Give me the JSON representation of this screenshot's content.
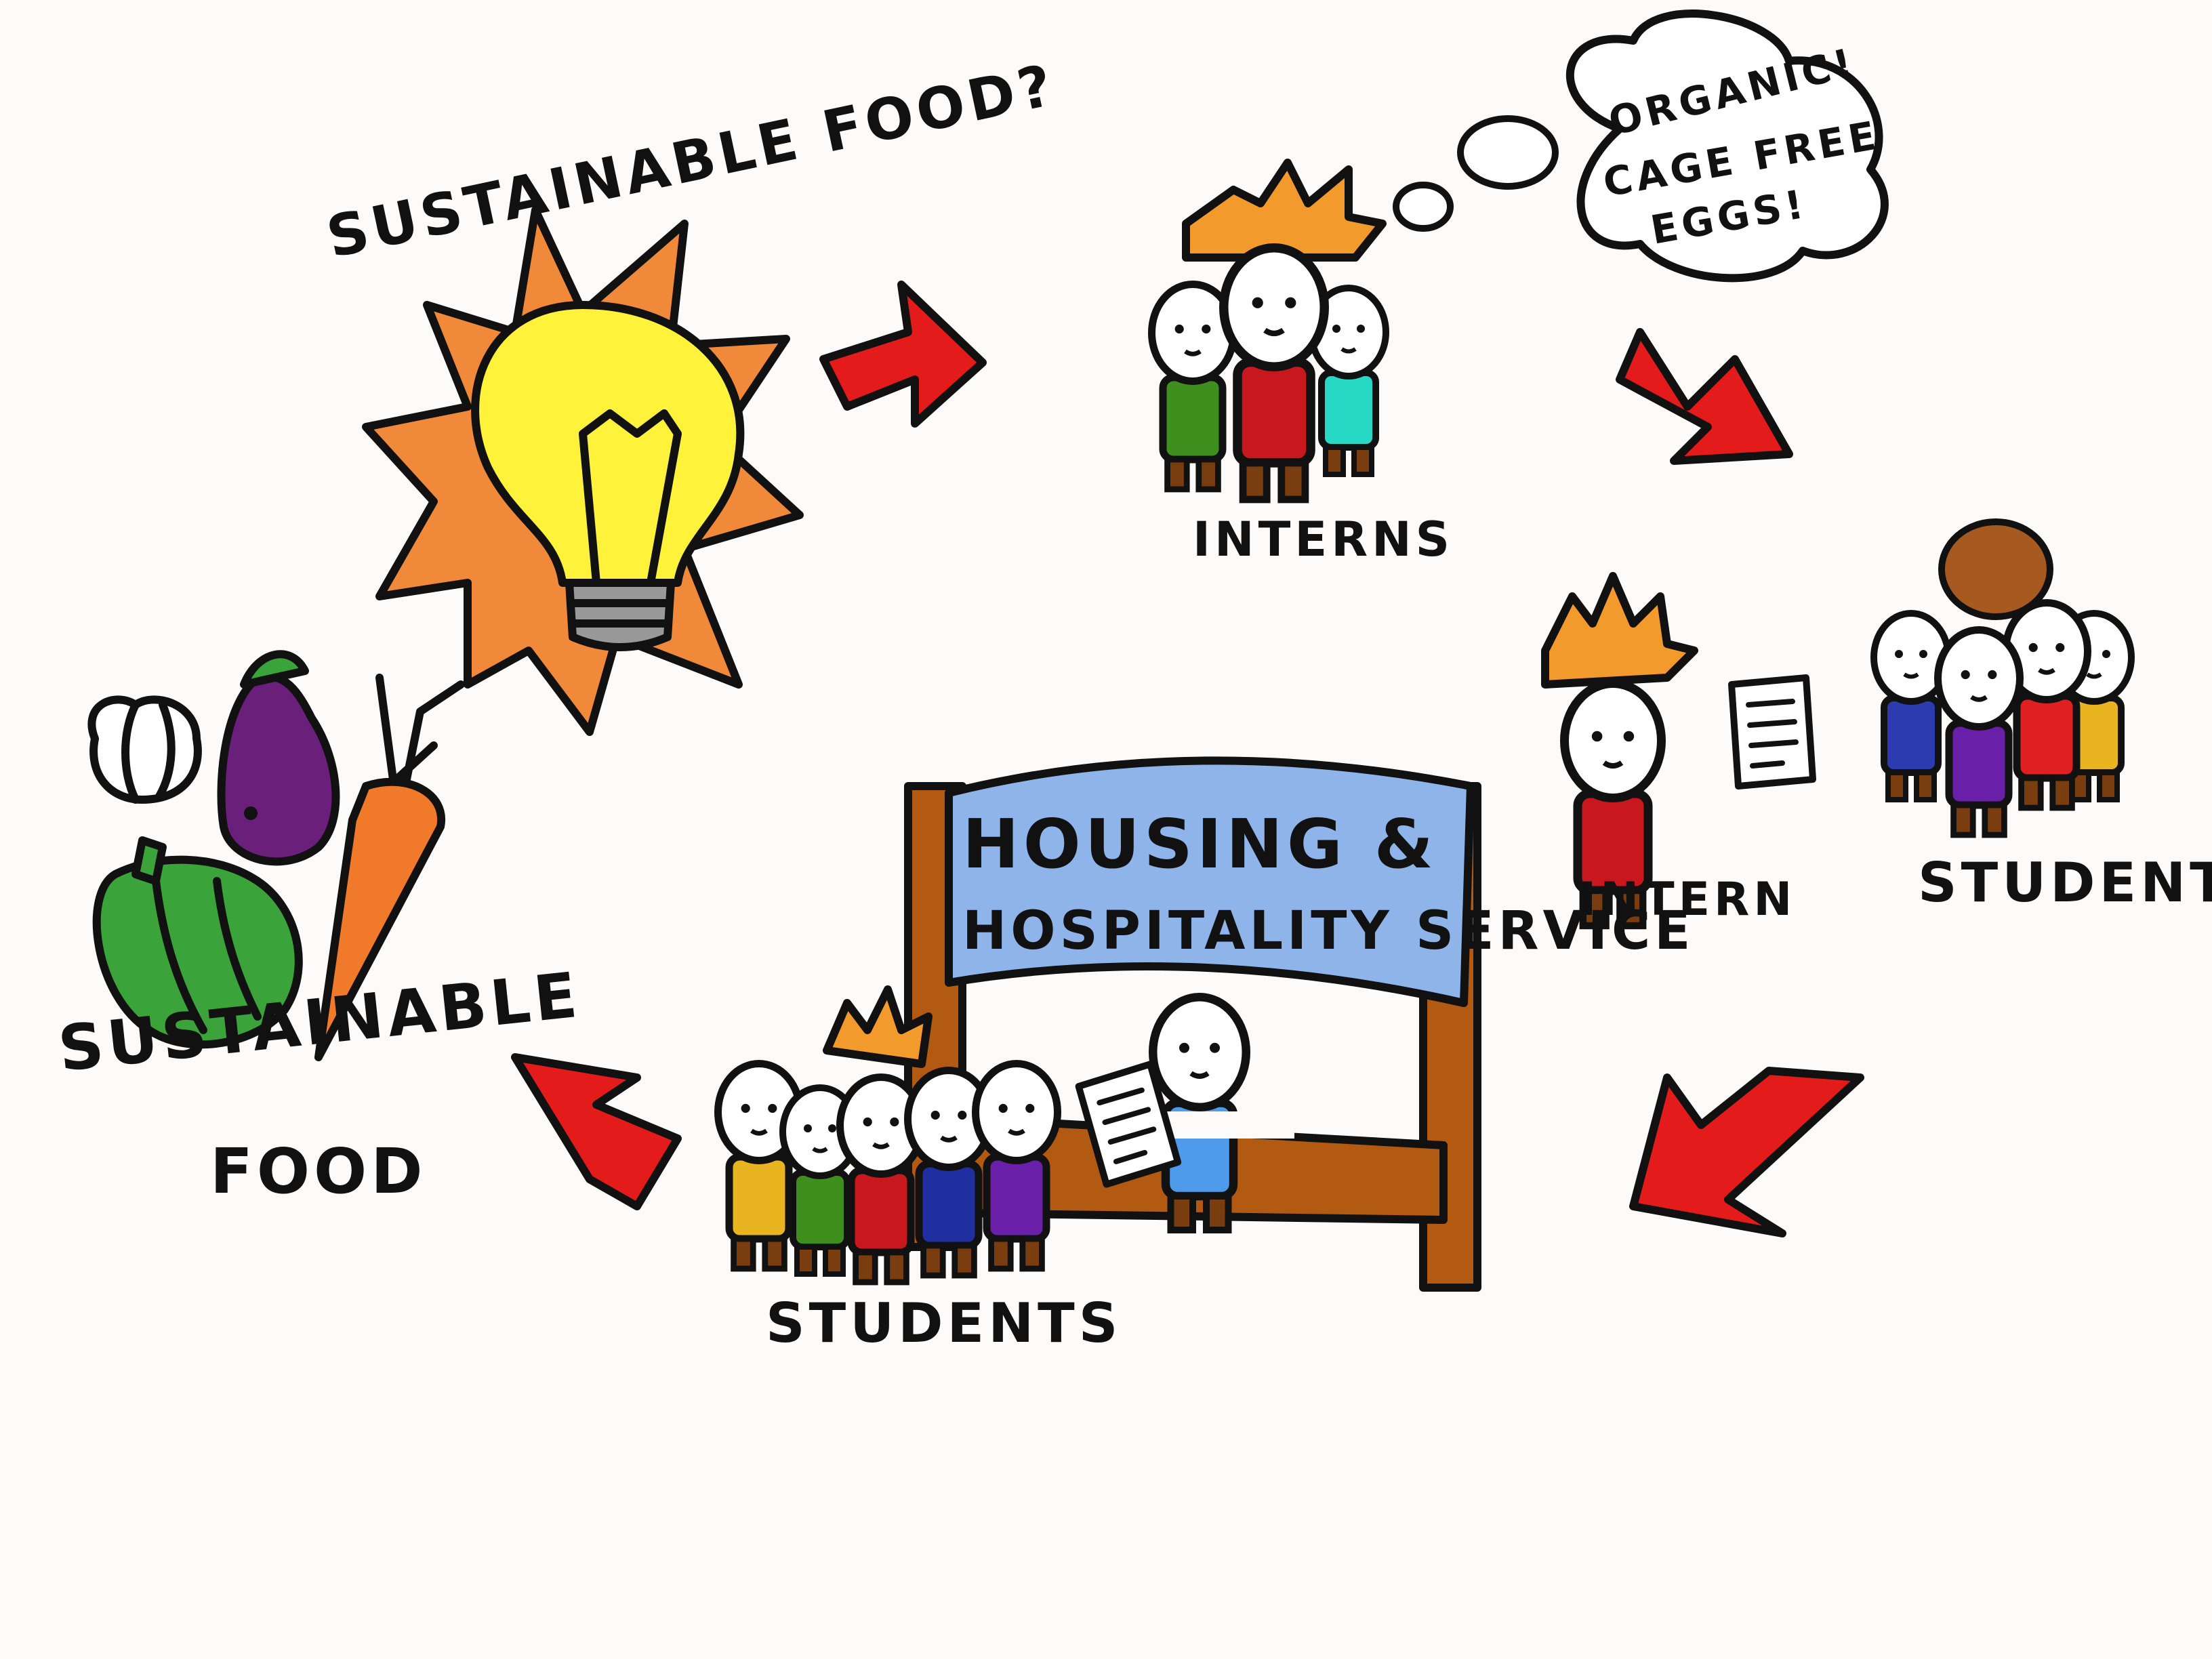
{
  "labels": {
    "idea": "SUSTAINABLE FOOD?",
    "interns": "INTERNS",
    "thought_line1": "ORGANIC!",
    "thought_line2": "CAGE FREE",
    "thought_line3": "EGGS!",
    "intern": "INTERN",
    "students_right": "STUDENTS",
    "students_bottom": "STUDENTS",
    "booth_line1": "HOUSING &",
    "booth_line2": "HOSPITALITY SERVICE",
    "food_line1": "SUSTAINABLE",
    "food_line2": "FOOD"
  },
  "colors": {
    "arrow": "#e31b1b",
    "sun": "#f08a3a",
    "bulb": "#fff23a",
    "booth_wood": "#b35a12",
    "booth_sign": "#8fb4ea",
    "hair_orange": "#f39a2c",
    "eggplant": "#6a1f7a",
    "carrot": "#f07a2a",
    "pepper": "#3aa33a"
  },
  "icons": [
    "lightbulb-icon",
    "sun-icon",
    "arrow-icon",
    "thought-bubble-icon",
    "person-icon",
    "paper-icon",
    "garlic-icon",
    "eggplant-icon",
    "carrot-icon",
    "pepper-icon",
    "booth-icon"
  ]
}
